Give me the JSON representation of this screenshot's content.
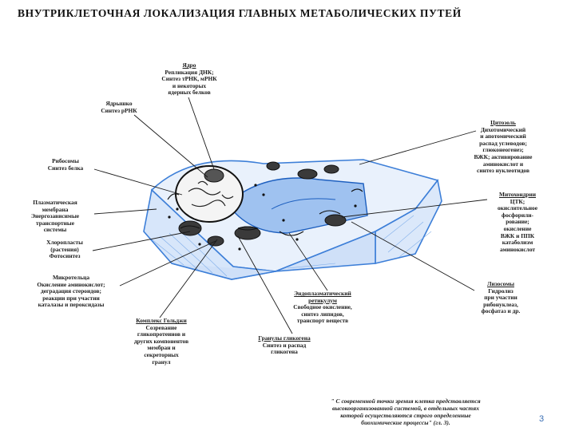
{
  "title": "ВНУТРИКЛЕТОЧНАЯ ЛОКАЛИЗАЦИЯ ГЛАВНЫХ МЕТАБОЛИЧЕСКИХ ПУТЕЙ",
  "labels": {
    "nucleus": [
      "Ядро",
      "Репликация ДНК;",
      "Синтез тРНК, мРНК",
      "и некоторых",
      "ядерных белков"
    ],
    "nucleolus": [
      "Ядрышко",
      "Синтез рРНК"
    ],
    "ribosomes": [
      "Рибосомы",
      "Синтез белка"
    ],
    "plasma_membrane": [
      "Плазматическая",
      "мембрана",
      "Энергозависимые",
      "транспортные",
      "системы"
    ],
    "chloroplasts": [
      "Хлоропласты",
      "(растения)",
      "Фотосинтез"
    ],
    "microbodies": [
      "Микротельца",
      "Окисление аминокислот;",
      "деградация стероидов;",
      "реакции при участии",
      "каталазы и пероксидазы"
    ],
    "golgi": [
      "Комплекс Гольджи",
      "Созревание",
      "гликопротеинов и",
      "других компонентов",
      "мембран и",
      "секреторных",
      "гранул"
    ],
    "er": [
      "Эндоплазматический",
      "ретикулум",
      "Свободное окисление,",
      "синтез липидов,",
      "транспорт веществ"
    ],
    "glycogen": [
      "Гранулы гликогена",
      "Синтез и распад",
      "гликогена"
    ],
    "cytosol": [
      "Цитозоль",
      "Дихотомический",
      "и апотомический",
      "распад углеводов;",
      "глюконеогенез;",
      "ВЖК; активирование",
      "аминокислот и",
      "синтез нуклеотидов"
    ],
    "mitochondria": [
      "Митохондрии",
      "ЦТК;",
      "окислительное",
      "фосфорили-",
      "рование;",
      "окисление",
      "ВЖК и ППК",
      "катаболизм",
      "аминокислот"
    ],
    "lysosomes": [
      "Лизосомы",
      "Гидролиз",
      "при участии",
      "рибонуклеаз,",
      "фосфатаз и др."
    ]
  },
  "quote": [
    "\" С современной точки зрения клетка представляется",
    "высокоорганизованной системой, в отдельных частях",
    "которой осуществляются строго определенные",
    "биохимические процессы\" (гл. 3)."
  ],
  "page_number": "3",
  "colors": {
    "cell_blue": "#3d7fd8",
    "line": "#1a1a1a",
    "page_number": "#3a6fb4"
  }
}
